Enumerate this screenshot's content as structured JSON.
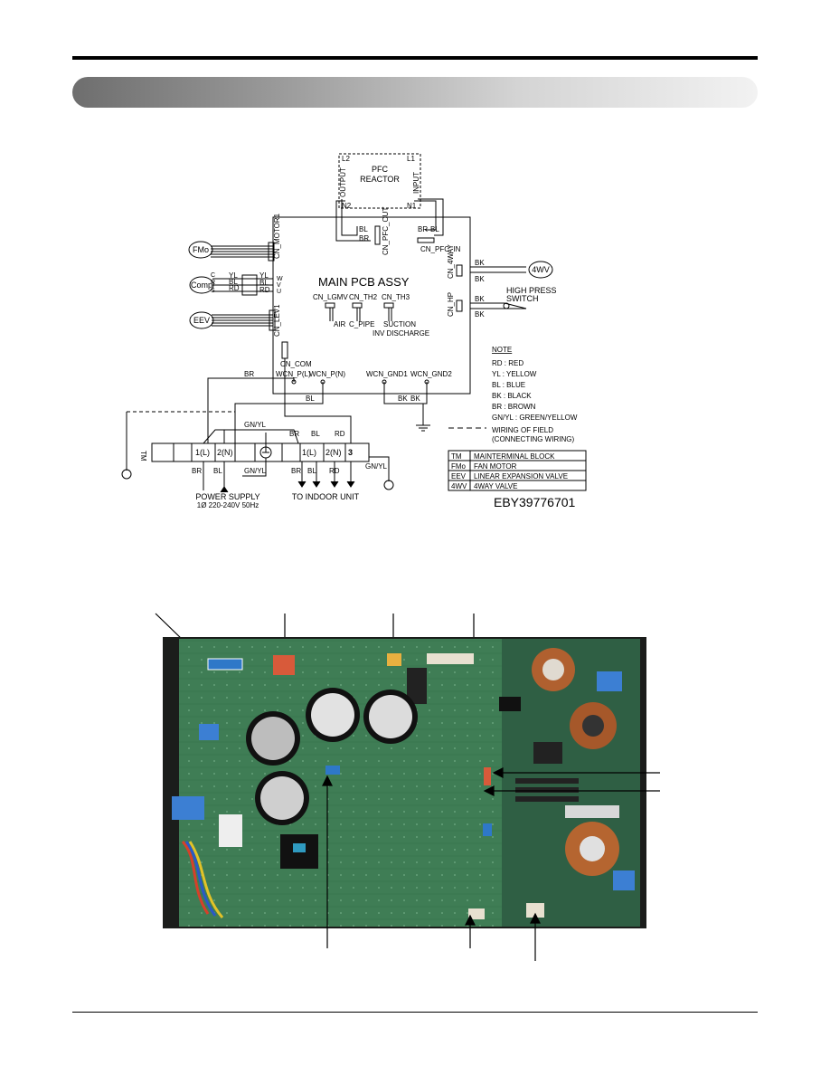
{
  "page": {
    "section_title": ""
  },
  "schematic": {
    "pfc_reactor": {
      "title_line1": "PFC",
      "title_line2": "REACTOR",
      "l2": "L2",
      "l1": "L1",
      "n2": "N2",
      "n1": "N1",
      "output": "OUTPUT",
      "input": "INPUT"
    },
    "main_pcb": {
      "title": "MAIN PCB ASSY"
    },
    "connectors": {
      "cn_motor1": "CN_MOTOR1",
      "cn_pfc_out": "CN_PFC_OUT",
      "cn_pfc_in": "CN_PFC_IN",
      "cn_4way": "CN_4WAY",
      "cn_hp": "CN_HP",
      "cn_lev1": "CN_LEV1",
      "cn_com": "CN_COM",
      "cn_lgmv": "CN_LGMV",
      "cn_th2": "CN_TH2",
      "cn_th3": "CN_TH3",
      "wcn_pl": "WCN_P(L)",
      "wcn_pn": "WCN_P(N)",
      "wcn_gnd1": "WCN_GND1",
      "wcn_gnd2": "WCN_GND2"
    },
    "sensors": {
      "air": "AIR",
      "c_pipe": "C_PIPE",
      "suction": "SUCTION",
      "inv_discharge": "INV DISCHARGE"
    },
    "components": {
      "fmo": "FMo",
      "comp": "Comp",
      "eev": "EEV",
      "fourwv": "4WV",
      "high_press_1": "HIGH PRESS",
      "high_press_2": "SWITCH"
    },
    "comp_pins": {
      "c": "C",
      "r": "R",
      "s": "S",
      "w": "W",
      "v": "V",
      "u": "U"
    },
    "wire_labels": {
      "bl": "BL",
      "br": "BR",
      "bk": "BK",
      "yl": "YL",
      "rd": "RD",
      "gnyl": "GN/YL"
    },
    "terminal": {
      "tm": "TM",
      "t1l": "1(L)",
      "t2n": "2(N)",
      "t3": "3"
    },
    "power": {
      "line1": "POWER SUPPLY",
      "line2": "1Ø 220-240V 50Hz"
    },
    "to_indoor": "TO INDOOR UNIT",
    "note": {
      "title": "NOTE",
      "items": [
        "RD : RED",
        "YL : YELLOW",
        "BL : BLUE",
        "BK : BLACK",
        "BR : BROWN",
        "GN/YL : GREEN/YELLOW"
      ]
    },
    "field_wiring": {
      "line1": "WIRING OF FIELD",
      "line2": "(CONNECTING WIRING)"
    },
    "legend": [
      {
        "code": "TM",
        "desc": "MAINTERMINAL BLOCK"
      },
      {
        "code": "FMo",
        "desc": "FAN MOTOR"
      },
      {
        "code": "EEV",
        "desc": "LINEAR EXPANSION VALVE"
      },
      {
        "code": "4WV",
        "desc": "4WAY VALVE"
      }
    ],
    "drawing_no": "EBY39776701"
  }
}
